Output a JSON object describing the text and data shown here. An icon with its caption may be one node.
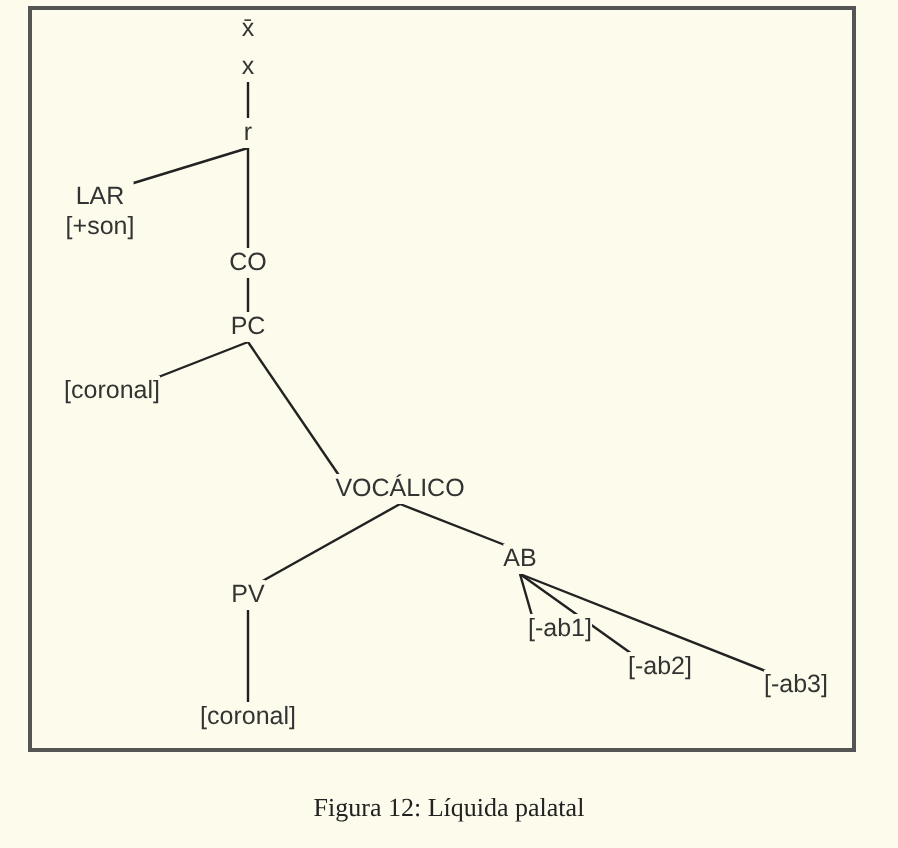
{
  "diagram": {
    "caption": "Figura 12: Líquida palatal",
    "nodes": [
      {
        "text": [
          "x̄"
        ]
      },
      {
        "text": [
          "x"
        ]
      },
      {
        "text": [
          "r"
        ]
      },
      {
        "text": [
          "LAR",
          "[+son]"
        ]
      },
      {
        "text": [
          "CO"
        ]
      },
      {
        "text": [
          "PC"
        ]
      },
      {
        "text": [
          "[coronal]"
        ]
      },
      {
        "text": [
          "VOCÁLICO"
        ]
      },
      {
        "text": [
          "PV"
        ]
      },
      {
        "text": [
          "AB"
        ]
      },
      {
        "text": [
          "[coronal]"
        ]
      },
      {
        "text": [
          "[-ab1]"
        ]
      },
      {
        "text": [
          "[-ab2]"
        ]
      },
      {
        "text": [
          "[-ab3]"
        ]
      }
    ],
    "edges": [
      {
        "from": 1,
        "to": 2,
        "arrow": "none"
      },
      {
        "from": 2,
        "to": 3,
        "arrow": "none"
      },
      {
        "from": 2,
        "to": 4,
        "arrow": "none"
      },
      {
        "from": 4,
        "to": 5,
        "arrow": "none"
      },
      {
        "from": 5,
        "to": 6,
        "arrow": "none"
      },
      {
        "from": 5,
        "to": 7,
        "arrow": "none"
      },
      {
        "from": 7,
        "to": 8,
        "arrow": "none"
      },
      {
        "from": 7,
        "to": 9,
        "arrow": "none"
      },
      {
        "from": 8,
        "to": 10,
        "arrow": "none"
      },
      {
        "from": 9,
        "to": 11,
        "arrow": "none"
      },
      {
        "from": 9,
        "to": 12,
        "arrow": "none"
      },
      {
        "from": 9,
        "to": 13,
        "arrow": "none"
      }
    ]
  }
}
